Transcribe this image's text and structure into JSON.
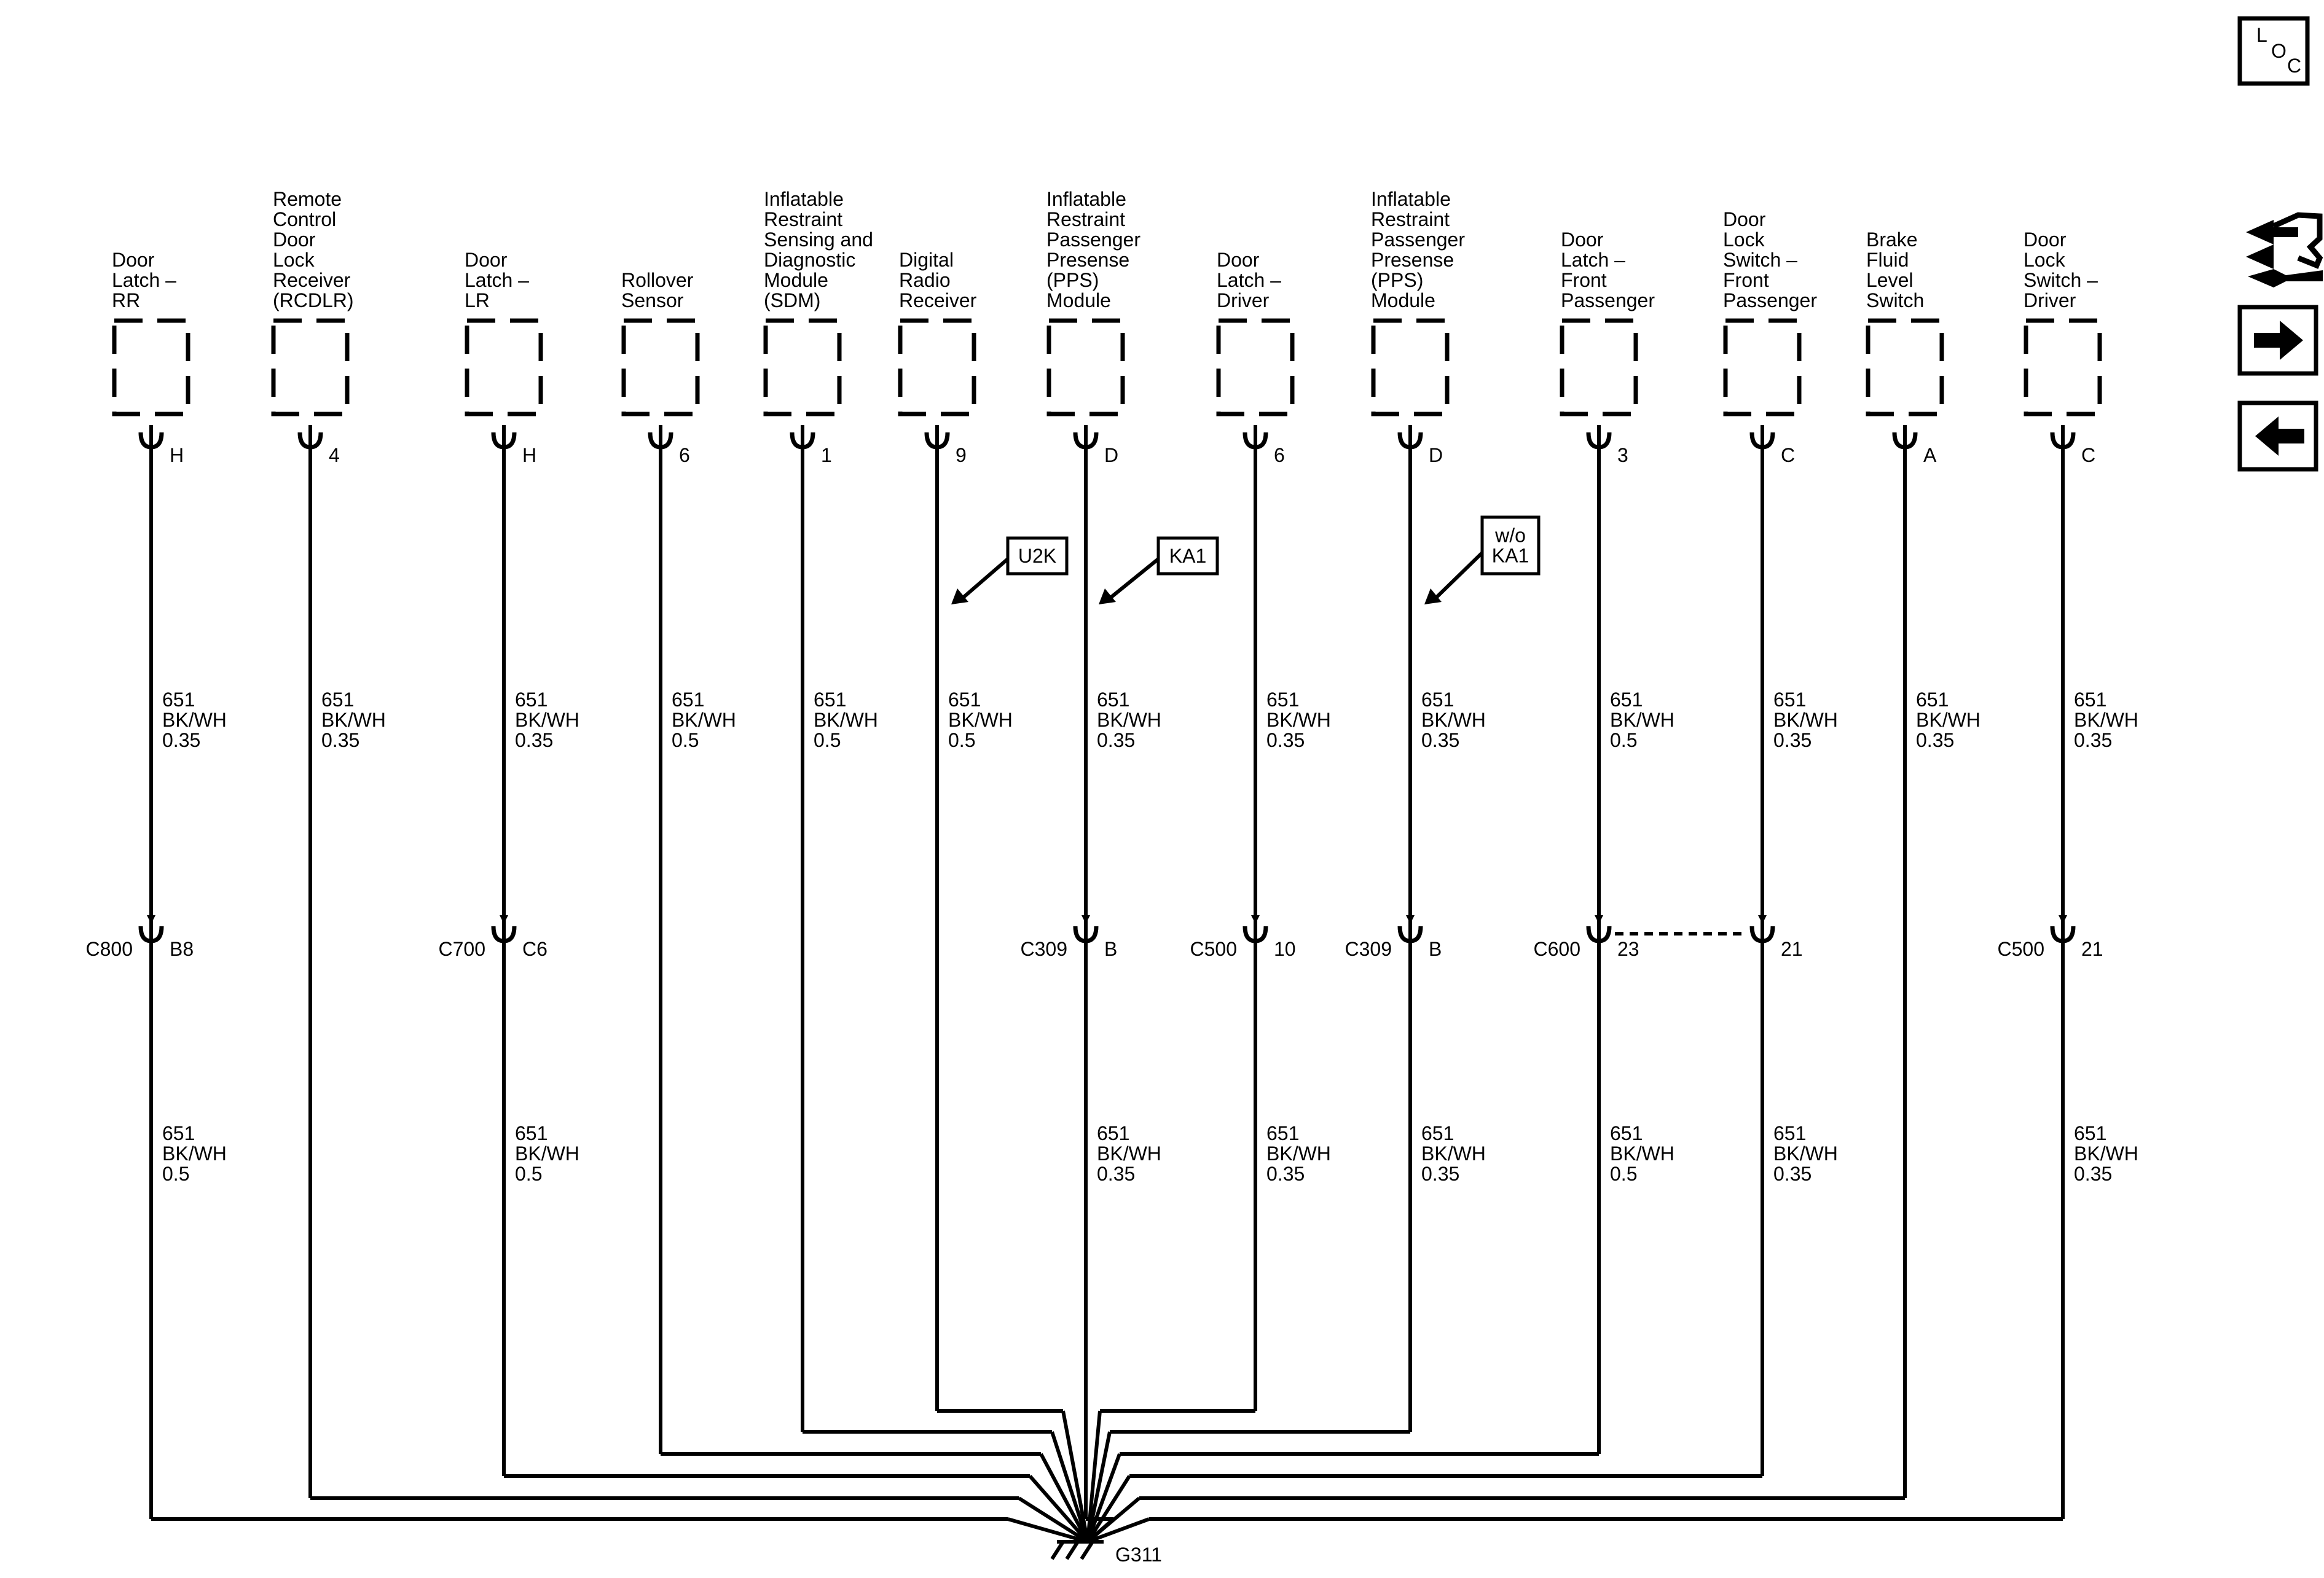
{
  "components": [
    {
      "id": "door-latch-rr",
      "name": [
        "Door",
        "Latch –",
        "RR"
      ],
      "pin": "H",
      "wire_top": [
        "651",
        "BK/WH",
        "0.35"
      ],
      "inline": {
        "connector": "C800",
        "pin": "B8"
      },
      "wire_bottom": [
        "651",
        "BK/WH",
        "0.5"
      ]
    },
    {
      "id": "rcdlr",
      "name": [
        "Remote",
        "Control",
        "Door",
        "Lock",
        "Receiver",
        "(RCDLR)"
      ],
      "pin": "4",
      "wire_top": [
        "651",
        "BK/WH",
        "0.35"
      ]
    },
    {
      "id": "door-latch-lr",
      "name": [
        "Door",
        "Latch –",
        "LR"
      ],
      "pin": "H",
      "wire_top": [
        "651",
        "BK/WH",
        "0.35"
      ],
      "inline": {
        "connector": "C700",
        "pin": "C6"
      },
      "wire_bottom": [
        "651",
        "BK/WH",
        "0.5"
      ]
    },
    {
      "id": "rollover-sensor",
      "name": [
        "Rollover",
        "Sensor"
      ],
      "pin": "6",
      "wire_top": [
        "651",
        "BK/WH",
        "0.5"
      ]
    },
    {
      "id": "sdm",
      "name": [
        "Inflatable",
        "Restraint",
        "Sensing and",
        "Diagnostic",
        "Module",
        "(SDM)"
      ],
      "pin": "1",
      "wire_top": [
        "651",
        "BK/WH",
        "0.5"
      ]
    },
    {
      "id": "digital-radio-receiver",
      "name": [
        "Digital",
        "Radio",
        "Receiver"
      ],
      "pin": "9",
      "wire_top": [
        "651",
        "BK/WH",
        "0.5"
      ],
      "option": [
        "U2K"
      ]
    },
    {
      "id": "pps-module-ka1",
      "name": [
        "Inflatable",
        "Restraint",
        "Passenger",
        "Presense",
        "(PPS)",
        "Module"
      ],
      "pin": "D",
      "wire_top": [
        "651",
        "BK/WH",
        "0.35"
      ],
      "option": [
        "KA1"
      ],
      "inline": {
        "connector": "C309",
        "pin": "B"
      },
      "wire_bottom": [
        "651",
        "BK/WH",
        "0.35"
      ]
    },
    {
      "id": "door-latch-driver",
      "name": [
        "Door",
        "Latch –",
        "Driver"
      ],
      "pin": "6",
      "wire_top": [
        "651",
        "BK/WH",
        "0.35"
      ],
      "inline": {
        "connector": "C500",
        "pin": "10"
      },
      "wire_bottom": [
        "651",
        "BK/WH",
        "0.35"
      ]
    },
    {
      "id": "pps-module-wo-ka1",
      "name": [
        "Inflatable",
        "Restraint",
        "Passenger",
        "Presense",
        "(PPS)",
        "Module"
      ],
      "pin": "D",
      "wire_top": [
        "651",
        "BK/WH",
        "0.35"
      ],
      "option": [
        "w/o",
        "KA1"
      ],
      "inline": {
        "connector": "C309",
        "pin": "B"
      },
      "wire_bottom": [
        "651",
        "BK/WH",
        "0.35"
      ]
    },
    {
      "id": "door-latch-front-passenger",
      "name": [
        "Door",
        "Latch –",
        "Front",
        "Passenger"
      ],
      "pin": "3",
      "wire_top": [
        "651",
        "BK/WH",
        "0.5"
      ],
      "inline": {
        "connector": "C600",
        "pin": "23"
      },
      "wire_bottom": [
        "651",
        "BK/WH",
        "0.5"
      ]
    },
    {
      "id": "door-lock-switch-front-passenger",
      "name": [
        "Door",
        "Lock",
        "Switch –",
        "Front",
        "Passenger"
      ],
      "pin": "C",
      "wire_top": [
        "651",
        "BK/WH",
        "0.35"
      ],
      "inline": {
        "connector": "",
        "pin": "21"
      },
      "wire_bottom": [
        "651",
        "BK/WH",
        "0.35"
      ]
    },
    {
      "id": "brake-fluid-level-switch",
      "name": [
        "Brake",
        "Fluid",
        "Level",
        "Switch"
      ],
      "pin": "A",
      "wire_top": [
        "651",
        "BK/WH",
        "0.35"
      ]
    },
    {
      "id": "door-lock-switch-driver",
      "name": [
        "Door",
        "Lock",
        "Switch –",
        "Driver"
      ],
      "pin": "C",
      "wire_top": [
        "651",
        "BK/WH",
        "0.35"
      ],
      "inline": {
        "connector": "C500",
        "pin": "21"
      },
      "wire_bottom": [
        "651",
        "BK/WH",
        "0.35"
      ]
    }
  ],
  "ground": {
    "label": "G311"
  },
  "nav": {
    "loc": {
      "letters": [
        "L",
        "O",
        "C"
      ]
    },
    "icons": [
      "component-views-icon",
      "arrow-right-icon",
      "arrow-left-icon"
    ]
  }
}
